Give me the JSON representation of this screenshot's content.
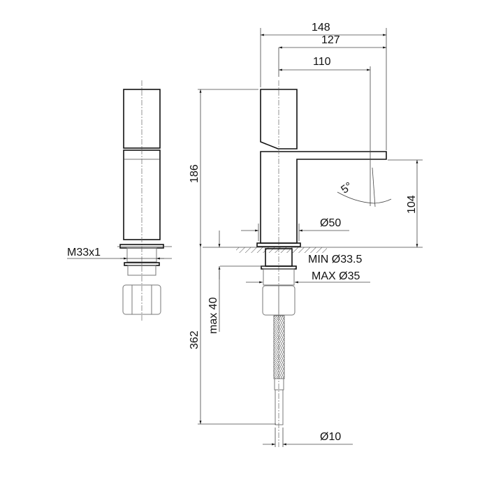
{
  "drawing": {
    "subject": "Single-lever basin mixer technical drawing",
    "dimensions": {
      "overall_depth": "148",
      "spout_reach_from_axis": "127",
      "outlet_reach_from_axis": "110",
      "body_height": "186",
      "spout_height": "104",
      "spray_angle": "5°",
      "body_diameter": "Ø50",
      "hole_min": "MIN Ø33.5",
      "hole_max": "MAX Ø35",
      "max_deck_thickness": "max 40",
      "hose_length": "362",
      "hose_diameter": "Ø10",
      "thread": "M33x1"
    },
    "colors": {
      "line": "#111111",
      "dim_line": "#444444",
      "hatch": "#555555"
    }
  }
}
